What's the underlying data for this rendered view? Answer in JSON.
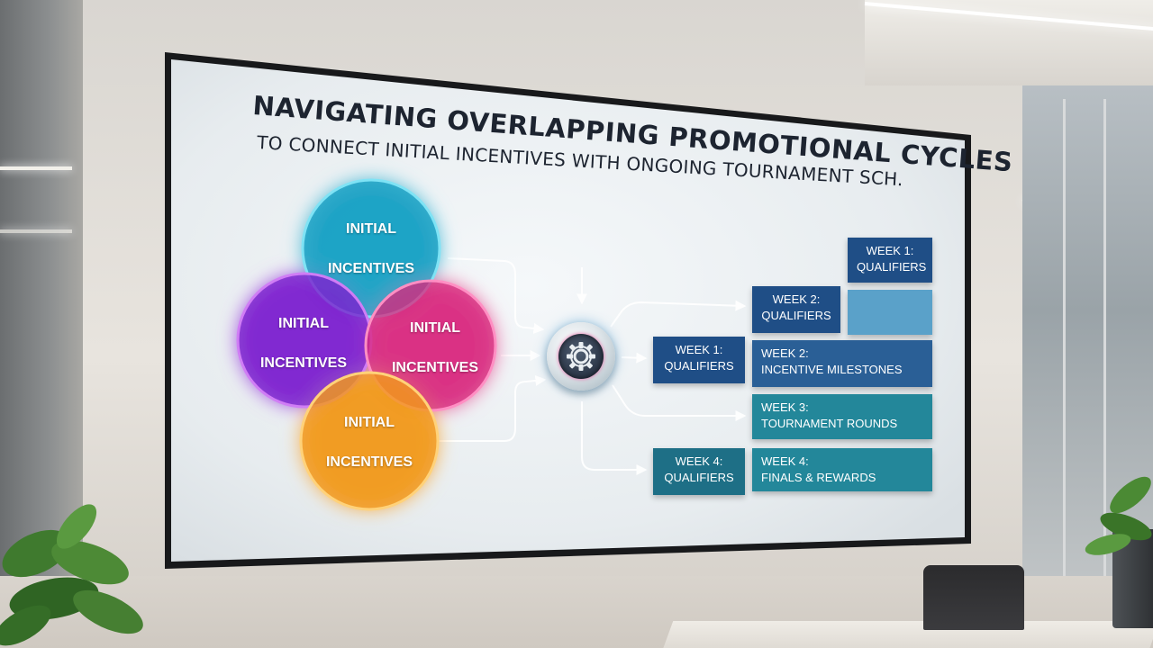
{
  "slide": {
    "title": "NAVIGATING OVERLAPPING PROMOTIONAL CYCLES",
    "subtitle": "TO CONNECT INITIAL INCENTIVES WITH ONGOING TOURNAMENT SCH."
  },
  "venn": {
    "top": {
      "line1": "INITIAL",
      "line2": "INCENTIVES",
      "color": "#1fa6c8"
    },
    "left": {
      "line1": "INITIAL",
      "line2": "INCENTIVES",
      "color": "#8a2bd6"
    },
    "right": {
      "line1": "INITIAL",
      "line2": "INCENTIVES",
      "color": "#e0358f"
    },
    "bottom": {
      "line1": "INITIAL",
      "line2": "INCENTIVES",
      "color": "#f5a623"
    }
  },
  "hub": {
    "icon": "gear-icon"
  },
  "schedule": {
    "top_right": {
      "week": "WEEK 1:",
      "detail": "QUALIFIERS"
    },
    "row2_left": {
      "week": "WEEK 2:",
      "detail": "QUALIFIERS"
    },
    "row3_left": {
      "week": "WEEK 1:",
      "detail": "QUALIFIERS"
    },
    "row3_right": {
      "week": "WEEK 2:",
      "detail": "INCENTIVE MILESTONES"
    },
    "row4_right": {
      "week": "WEEK 3:",
      "detail": "TOURNAMENT ROUNDS"
    },
    "row5_left": {
      "week": "WEEK 4:",
      "detail": "QUALIFIERS"
    },
    "row5_right": {
      "week": "WEEK 4:",
      "detail": "FINALS & REWARDS"
    }
  },
  "colors": {
    "navy": "#1f4e86",
    "steel": "#2f6c9c",
    "teal": "#26889a",
    "sky": "#5aa1c9",
    "screen_bg": "#e9eef1",
    "bezel": "#1a1c1f"
  }
}
